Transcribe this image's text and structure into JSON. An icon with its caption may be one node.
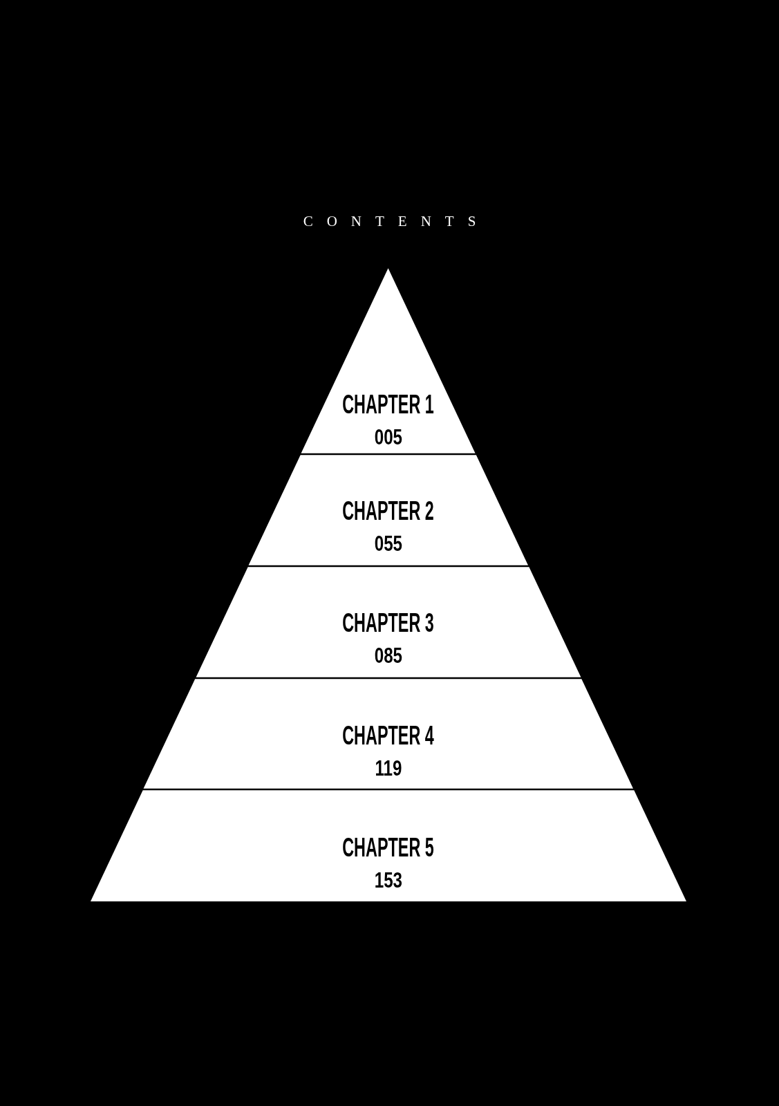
{
  "diagram": {
    "title": "CONTENTS",
    "nodes": [
      {
        "text": [
          "CHAPTER 1",
          "005"
        ]
      },
      {
        "text": [
          "CHAPTER 2",
          "055"
        ]
      },
      {
        "text": [
          "CHAPTER 3",
          "085"
        ]
      },
      {
        "text": [
          "CHAPTER 4",
          "119"
        ]
      },
      {
        "text": [
          "CHAPTER 5",
          "153"
        ]
      }
    ]
  }
}
